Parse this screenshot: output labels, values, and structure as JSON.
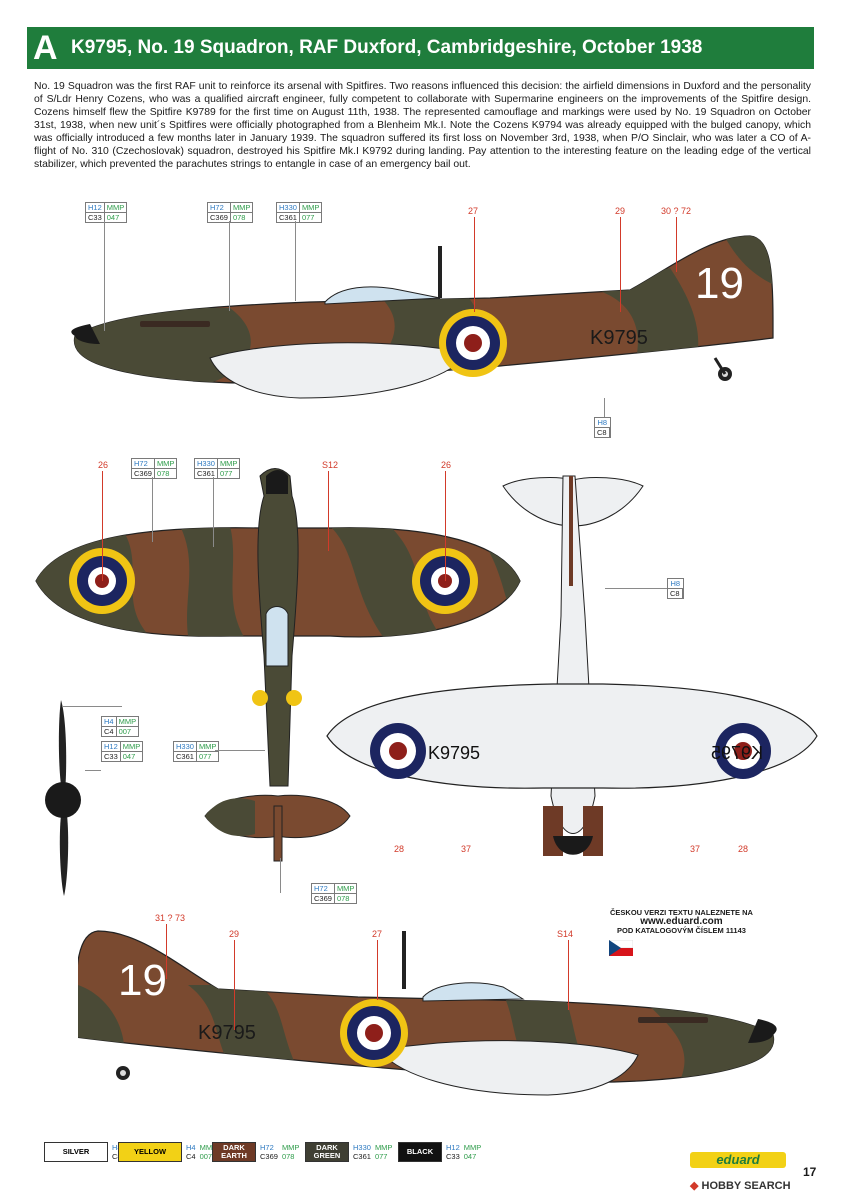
{
  "header": {
    "letter": "A",
    "title": "K9795, No. 19 Squadron, RAF Duxford, Cambridgeshire, October 1938"
  },
  "description": "No. 19 Squadron was the first RAF unit to reinforce its arsenal with Spitfires. Two reasons influenced this decision: the airfield dimensions in Duxford and the personality of S/Ldr Henry Cozens, who was a qualified aircraft engineer, fully competent to collaborate with Supermarine engineers on the improvements of the Spitfire design. Cozens himself flew the Spitfire K9789 for the first time on August 11th, 1938. The represented camouflage and markings were used by No. 19 Squadron on October 31st, 1938, when new unit´s Spitfires were officially photographed from a Blenheim Mk.I. Note the Cozens K9794 was already equipped with the bulged canopy, which was officially introduced a few months later in January 1939. The squadron suffered its first loss on November 3rd, 1938, when P/O Sinclair, who was later a CO of A-flight of No. 310 (Czechoslovak) squadron, destroyed his Spitfire Mk.I K9792 during landing. Pay attention to the interesting feature on the leading edge of the vertical stabilizer, which prevented the parachutes strings to entangle in case of an emergency bail out.",
  "aircraft": {
    "serial": "K9795",
    "code": "19"
  },
  "callouts": {
    "h12": {
      "h": "H12",
      "m": "MMP",
      "c": "C33",
      "n": "047"
    },
    "h72": {
      "h": "H72",
      "m": "MMP",
      "c": "C369",
      "n": "078"
    },
    "h330": {
      "h": "H330",
      "m": "MMP",
      "c": "C361",
      "n": "077"
    },
    "h4": {
      "h": "H4",
      "m": "MMP",
      "c": "C4",
      "n": "007"
    },
    "h8": {
      "h": "H8",
      "c": "C8"
    }
  },
  "numbers": {
    "n27": "27",
    "n29": "29",
    "n30_72": "30 ? 72",
    "n26": "26",
    "s12": "S12",
    "n28": "28",
    "n37": "37",
    "n31_73": "31 ? 73",
    "s14": "S14"
  },
  "czech_note": {
    "line1": "ČESKOU VERZI TEXTU NALEZNETE NA",
    "url": "www.eduard.com",
    "line2": "POD KATALOGOVÝM ČÍSLEM 11143"
  },
  "legend": [
    {
      "name": "SILVER",
      "chip_color": "#ffffff",
      "text_color": "#000000",
      "h": "H8",
      "m": "",
      "c": "C8",
      "n": ""
    },
    {
      "name": "YELLOW",
      "chip_color": "#f2d116",
      "text_color": "#000000",
      "h": "H4",
      "m": "MMP",
      "c": "C4",
      "n": "007"
    },
    {
      "name": "DARK EARTH",
      "chip_color": "#6e3a26",
      "text_color": "#ffffff",
      "h": "H72",
      "m": "MMP",
      "c": "C369",
      "n": "078"
    },
    {
      "name": "DARK GREEN",
      "chip_color": "#3f3f33",
      "text_color": "#ffffff",
      "h": "H330",
      "m": "MMP",
      "c": "C361",
      "n": "077"
    },
    {
      "name": "BLACK",
      "chip_color": "#111111",
      "text_color": "#ffffff",
      "h": "H12",
      "m": "MMP",
      "c": "C33",
      "n": "047"
    }
  ],
  "footer": {
    "brand": "eduard",
    "page": "17",
    "watermark": "HOBBY SEARCH"
  },
  "colors": {
    "header_green": "#1f7d3c",
    "dark_earth": "#7a4a30",
    "dark_green": "#4a4a36",
    "roundel_yellow": "#f0c414",
    "roundel_blue": "#1c2560",
    "roundel_red": "#8e1f1a",
    "callout_blue": "#2e7ac1",
    "callout_green": "#2e9c4a",
    "number_red": "#d23a2a"
  }
}
